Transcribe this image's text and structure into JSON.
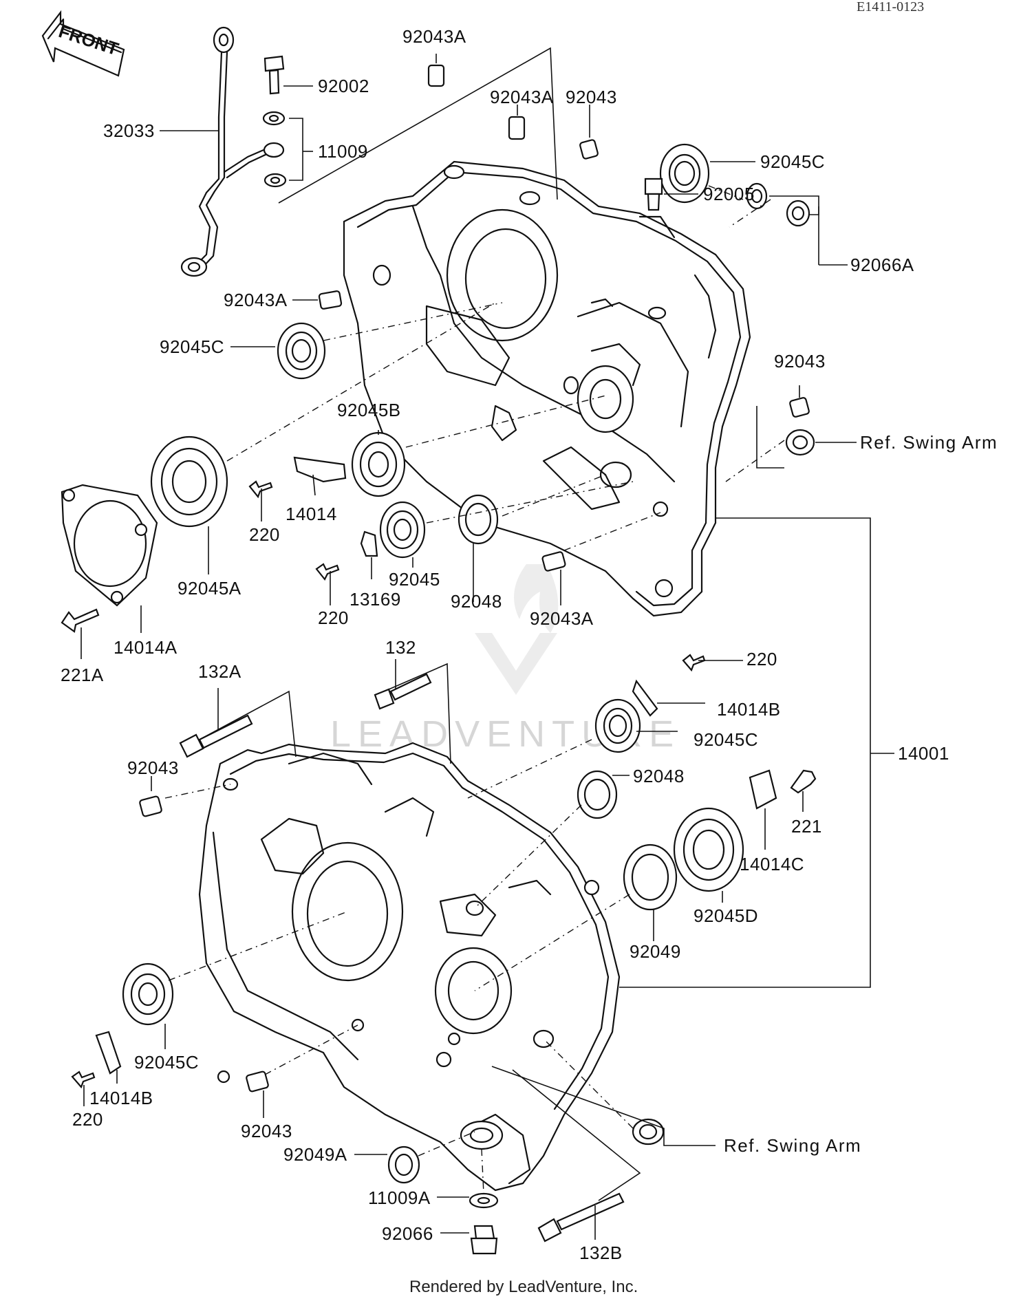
{
  "doc_code": "E1411-0123",
  "front_label": "FRONT",
  "watermark": "LEADVENTURE",
  "footer": "Rendered by LeadVenture, Inc.",
  "labels": {
    "l_32033": "32033",
    "l_92002": "92002",
    "l_11009": "11009",
    "l_92043A_top": "92043A",
    "l_92043A_2": "92043A",
    "l_92043_top": "92043",
    "l_92045C_tr": "92045C",
    "l_92005": "92005",
    "l_92066A": "92066A",
    "l_92043A_left": "92043A",
    "l_92045C_left": "92045C",
    "l_92043_right": "92043",
    "ref_swing_arm_1": "Ref. Swing Arm",
    "l_92045B": "92045B",
    "l_14014": "14014",
    "l_220_a": "220",
    "l_92045A": "92045A",
    "l_220_b": "220",
    "l_13169": "13169",
    "l_92045": "92045",
    "l_92048_a": "92048",
    "l_92043A_mid": "92043A",
    "l_14014A": "14014A",
    "l_221A": "221A",
    "l_132": "132",
    "l_132A": "132A",
    "l_220_c": "220",
    "l_14014B_r": "14014B",
    "l_92045C_r": "92045C",
    "l_14001": "14001",
    "l_92043_left": "92043",
    "l_92048_b": "92048",
    "l_221": "221",
    "l_14014C": "14014C",
    "l_92045D": "92045D",
    "l_92049": "92049",
    "l_92045C_bl": "92045C",
    "l_14014B_bl": "14014B",
    "l_220_d": "220",
    "l_92043_bottom": "92043",
    "l_92049A": "92049A",
    "ref_swing_arm_2": "Ref. Swing Arm",
    "l_11009A": "11009A",
    "l_92066": "92066",
    "l_132B": "132B"
  }
}
